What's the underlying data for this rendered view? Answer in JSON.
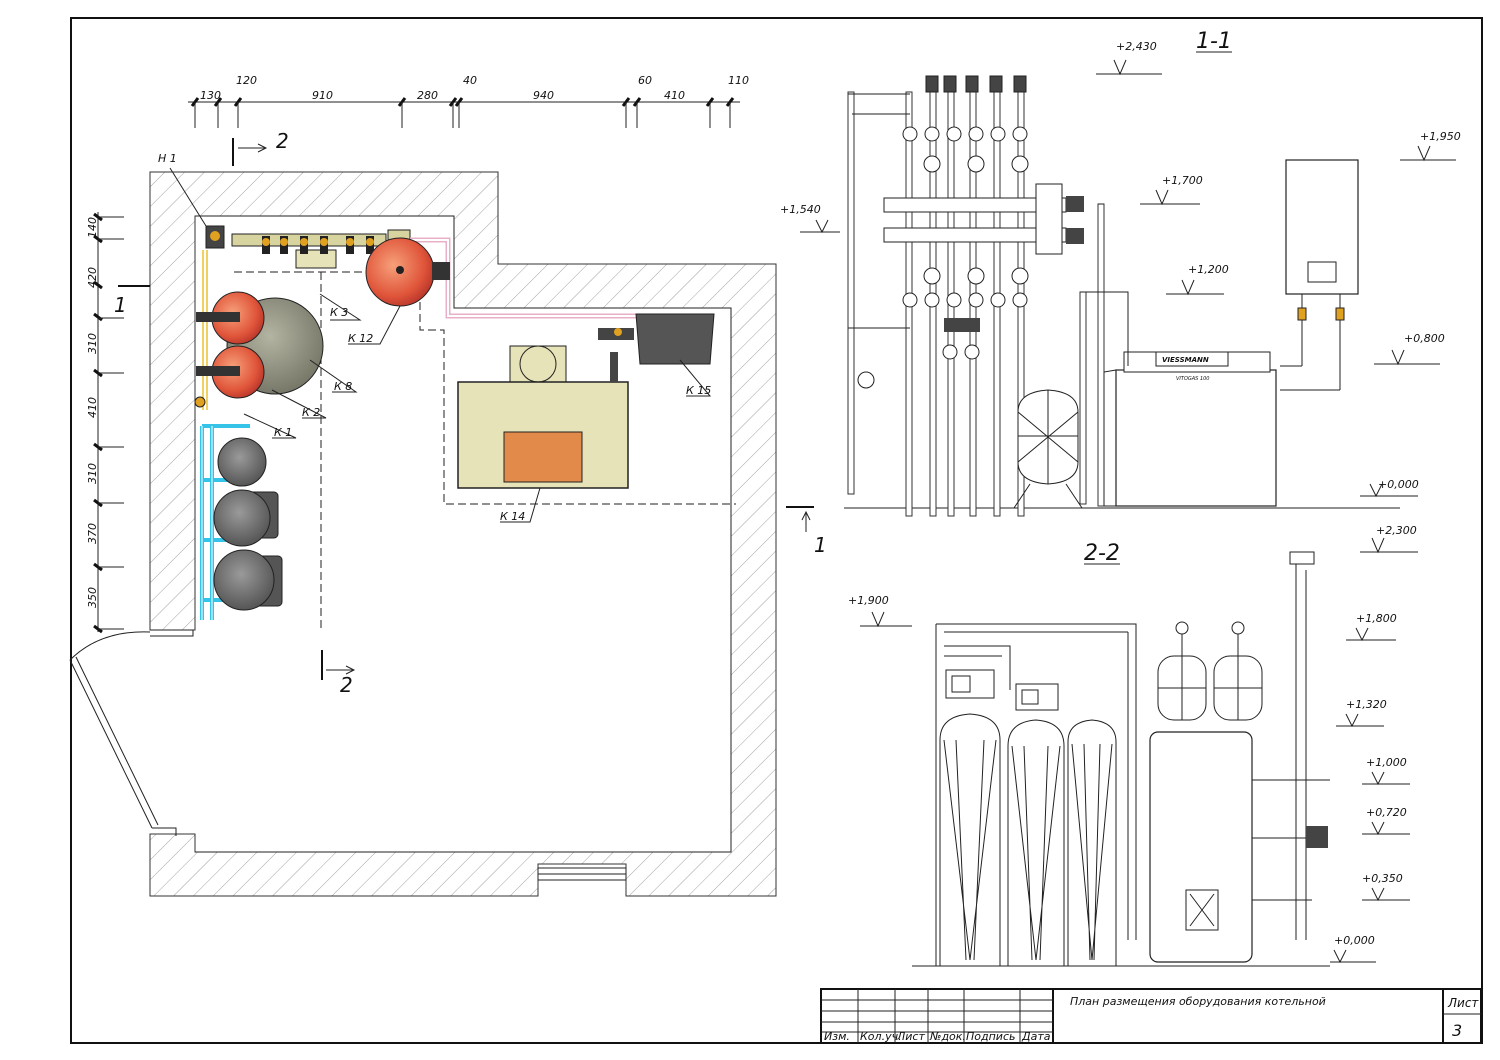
{
  "title_block": {
    "headers": [
      "Изм.",
      "Кол.уч.",
      "Лист",
      "№док.",
      "Подпись",
      "Дата"
    ],
    "title": "План размещения оборудования котельной",
    "sheet_label": "Лист",
    "sheet_number": "3"
  },
  "plan": {
    "dims_top": [
      "130",
      "120",
      "910",
      "280",
      "40",
      "940",
      "60",
      "410",
      "110"
    ],
    "dims_left": [
      "140",
      "420",
      "310",
      "410",
      "310",
      "370",
      "350"
    ],
    "section_marks": {
      "s1": "1",
      "s2": "2"
    },
    "labels": {
      "h1": "Н 1",
      "k1": "К 1",
      "k2": "К 2",
      "k3": "К 3",
      "k8": "К 8",
      "k12": "К 12",
      "k14": "К 14",
      "k15": "К 15"
    }
  },
  "section_1_1": {
    "title": "1-1",
    "levels": [
      "+2,430",
      "+1,950",
      "+1,700",
      "+1,540",
      "+1,200",
      "+0,800",
      "+0,000"
    ],
    "brand": "VIESSMANN",
    "model": "VITOGAS 100"
  },
  "section_2_2": {
    "title": "2-2",
    "levels": [
      "+2,300",
      "+1,900",
      "+1,800",
      "+1,320",
      "+1,000",
      "+0,720",
      "+0,350",
      "+0,000"
    ]
  },
  "colors": {
    "wall_hatch": "#7a7a7a",
    "tank_red": "#e0553a",
    "tank_grey": "#8a8a78",
    "boiler_body": "#e6e3b8",
    "boiler_door": "#e28a4a",
    "pipe_blue": "#35c3e8",
    "pipe_yellow": "#f0d060",
    "pipe_pink": "#e8b0c8"
  }
}
